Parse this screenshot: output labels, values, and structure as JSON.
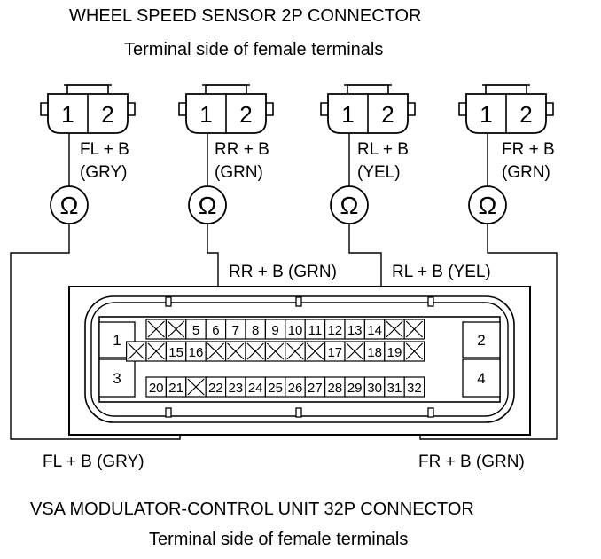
{
  "diagram": {
    "top_title": "WHEEL SPEED SENSOR 2P CONNECTOR",
    "top_subtitle": "Terminal side of female terminals",
    "bottom_title": "VSA MODULATOR-CONTROL UNIT 32P CONNECTOR",
    "bottom_subtitle": "Terminal side of female terminals",
    "ohm_symbol": "Ω",
    "sensors": [
      {
        "label": "FL  + B",
        "wire": "(GRY)",
        "pin1": "1",
        "pin2": "2"
      },
      {
        "label": "RR  + B",
        "wire": "(GRN)",
        "pin1": "1",
        "pin2": "2"
      },
      {
        "label": "RL  + B",
        "wire": "(YEL)",
        "pin1": "1",
        "pin2": "2"
      },
      {
        "label": "FR  + B",
        "wire": "(GRN)",
        "pin1": "1",
        "pin2": "2"
      }
    ],
    "unit_labels": {
      "rr": "RR  + B (GRN)",
      "rl": "RL  + B (YEL)",
      "fl": "FL  + B (GRY)",
      "fr": "FR  + B (GRN)"
    },
    "unit_connector": {
      "side_terminals": [
        "1",
        "2",
        "3",
        "4"
      ],
      "row1": [
        "",
        "",
        "5",
        "6",
        "7",
        "8",
        "9",
        "10",
        "11",
        "12",
        "13",
        "14",
        "",
        ""
      ],
      "row2": [
        "",
        "15",
        "16",
        "",
        "",
        "",
        "",
        "",
        "",
        "17",
        "",
        "18",
        "19",
        ""
      ],
      "row3": [
        "20",
        "21",
        "",
        "22",
        "23",
        "24",
        "25",
        "26",
        "27",
        "28",
        "29",
        "30",
        "31",
        "32"
      ]
    }
  }
}
